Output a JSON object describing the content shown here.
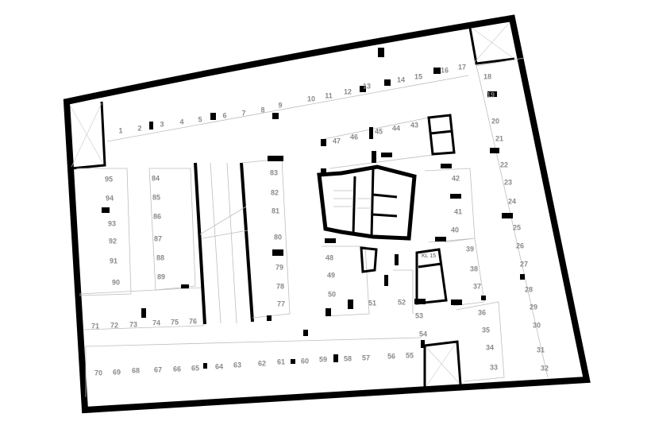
{
  "plan": {
    "spaces": [
      "1",
      "2",
      "3",
      "4",
      "5",
      "6",
      "7",
      "8",
      "9",
      "10",
      "11",
      "12",
      "13",
      "14",
      "15",
      "16",
      "17",
      "18",
      "19",
      "20",
      "21",
      "22",
      "23",
      "24",
      "25",
      "26",
      "27",
      "28",
      "29",
      "30",
      "31",
      "32",
      "33",
      "34",
      "35",
      "36",
      "37",
      "38",
      "39",
      "40",
      "41",
      "42",
      "43",
      "44",
      "45",
      "46",
      "47",
      "48",
      "49",
      "50",
      "51",
      "52",
      "53",
      "54",
      "55",
      "56",
      "57",
      "58",
      "59",
      "60",
      "61",
      "62",
      "63",
      "64",
      "65",
      "66",
      "67",
      "68",
      "69",
      "70",
      "71",
      "72",
      "73",
      "74",
      "75",
      "76",
      "77",
      "78",
      "79",
      "80",
      "81",
      "82",
      "83",
      "84",
      "85",
      "86",
      "87",
      "88",
      "89",
      "90",
      "91",
      "92",
      "93",
      "94",
      "95"
    ],
    "storage_label": "KL 15",
    "colors": {
      "wall": "#000000",
      "label": "#8a8a8a",
      "lines": "#bdbdbd"
    }
  }
}
